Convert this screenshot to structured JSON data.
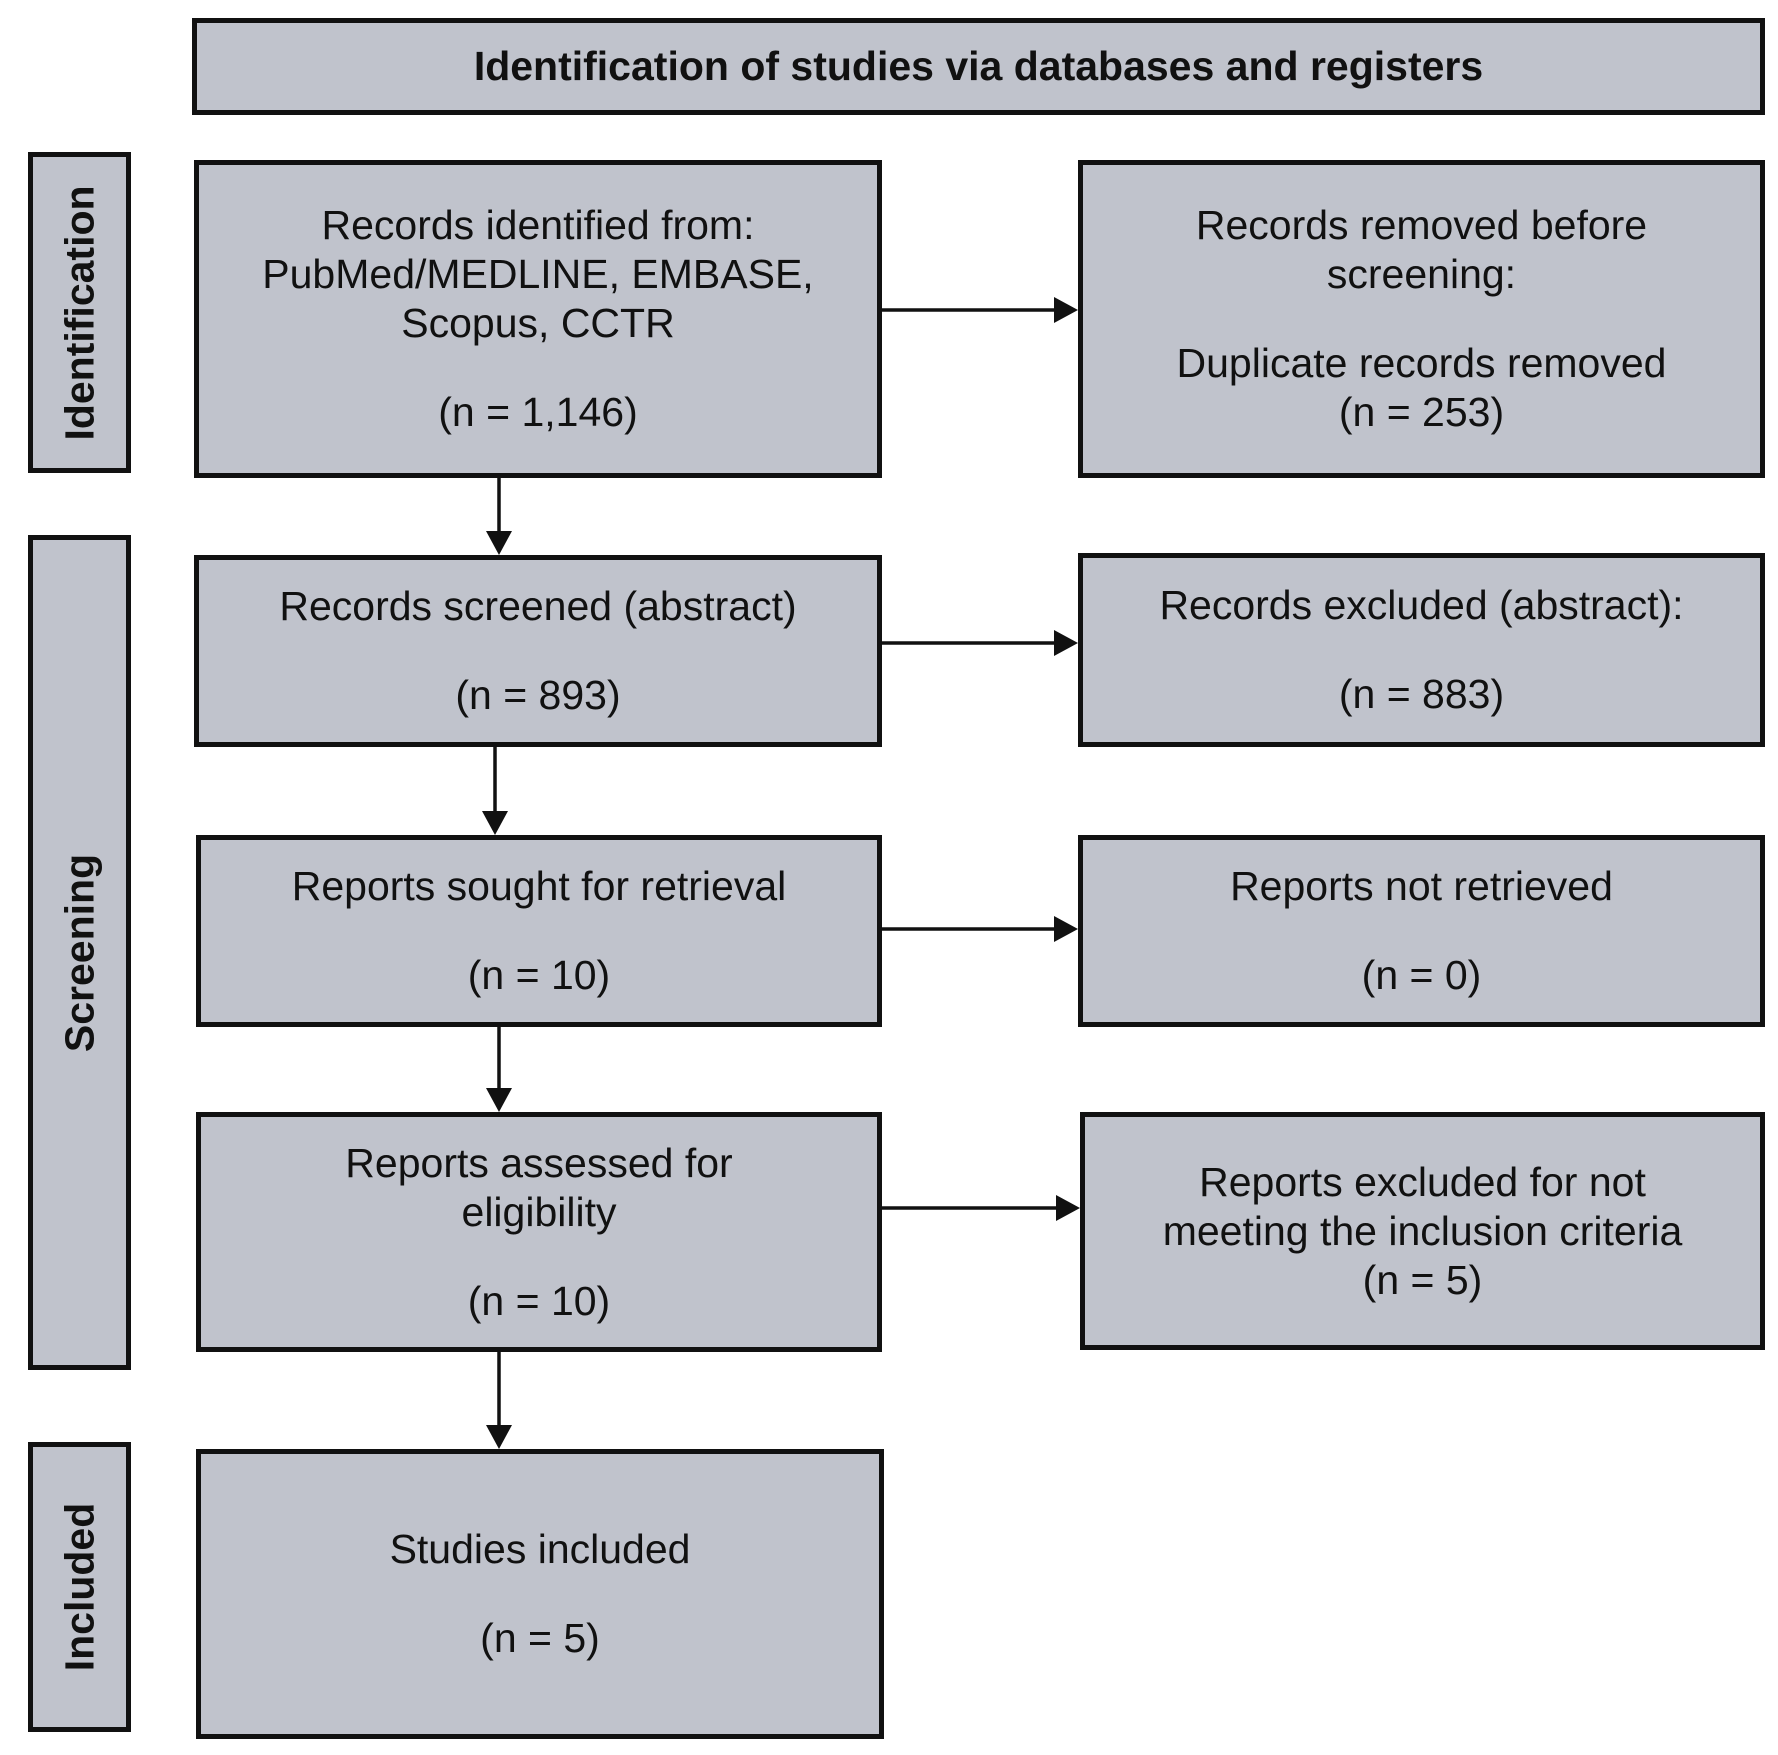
{
  "header": "Identification of studies via databases and registers",
  "phases": {
    "identification": "Identification",
    "screening": "Screening",
    "included": "Included"
  },
  "boxes": {
    "records_identified": {
      "lines": [
        "Records identified from:",
        "PubMed/MEDLINE,  EMBASE,",
        "Scopus, CCTR"
      ],
      "count": "(n = 1,146)"
    },
    "records_removed": {
      "lines": [
        "Records removed before",
        "screening:"
      ],
      "detail": "Duplicate records removed",
      "count": "(n = 253)"
    },
    "records_screened": {
      "lines": [
        "Records screened (abstract)"
      ],
      "count": "(n = 893)"
    },
    "records_excluded": {
      "lines": [
        "Records excluded  (abstract):"
      ],
      "count": "(n = 883)"
    },
    "reports_sought": {
      "lines": [
        "Reports sought for retrieval"
      ],
      "count": "(n = 10)"
    },
    "reports_not_retrieved": {
      "lines": [
        "Reports not retrieved"
      ],
      "count": "(n = 0)"
    },
    "reports_assessed": {
      "lines": [
        "Reports assessed for",
        "eligibility"
      ],
      "count": "(n = 10)"
    },
    "reports_excluded": {
      "lines": [
        "Reports excluded  for not",
        "meeting the inclusion criteria"
      ],
      "count": "(n = 5)"
    },
    "studies_included": {
      "lines": [
        "Studies included"
      ],
      "count": "(n = 5)"
    }
  }
}
